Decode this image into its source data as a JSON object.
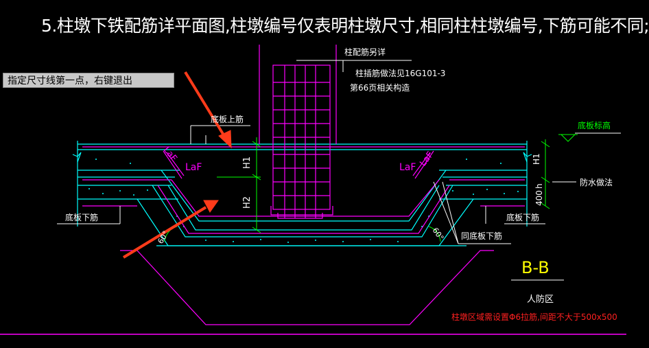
{
  "title": "5.柱墩下铁配筋详平面图,柱墩编号仅表明柱墩尺寸,相同柱柱墩编号,下筋可能不同;",
  "tooltip": "指定尺寸线第一点，右键退出",
  "labels": {
    "col_rebar": "柱配筋另详",
    "col_anchor_1": "柱插筋做法见16G101-3",
    "col_anchor_2": "第66页相关构造",
    "slab_top": "底板上筋",
    "slab_elev": "底板标高",
    "h1": "H1",
    "h2": "H2",
    "h1_right": "H1",
    "dim_400": "400",
    "h_small": "h",
    "waterproof": "防水做法",
    "laf_left_slant": "LaF",
    "laf_left": "LaF",
    "laf_right": "LaF",
    "laf_right_slant": "LaF",
    "slab_bottom_left": "底板下筋",
    "slab_bottom_right": "底板下筋",
    "same_bottom": "同底板下筋",
    "angle_left": "60°",
    "angle_right": "60°",
    "section": "B-B",
    "civil_defense": "人防区",
    "note_red": "柱墩区域需设置Φ6拉筋,间距不大于500x500"
  },
  "colors": {
    "background": "#000000",
    "white": "#ffffff",
    "cyan": "#00ffff",
    "magenta": "#ff00ff",
    "green": "#00ff00",
    "yellow": "#ffff00",
    "red": "#ff2020",
    "arrow": "#ff3b1a"
  }
}
